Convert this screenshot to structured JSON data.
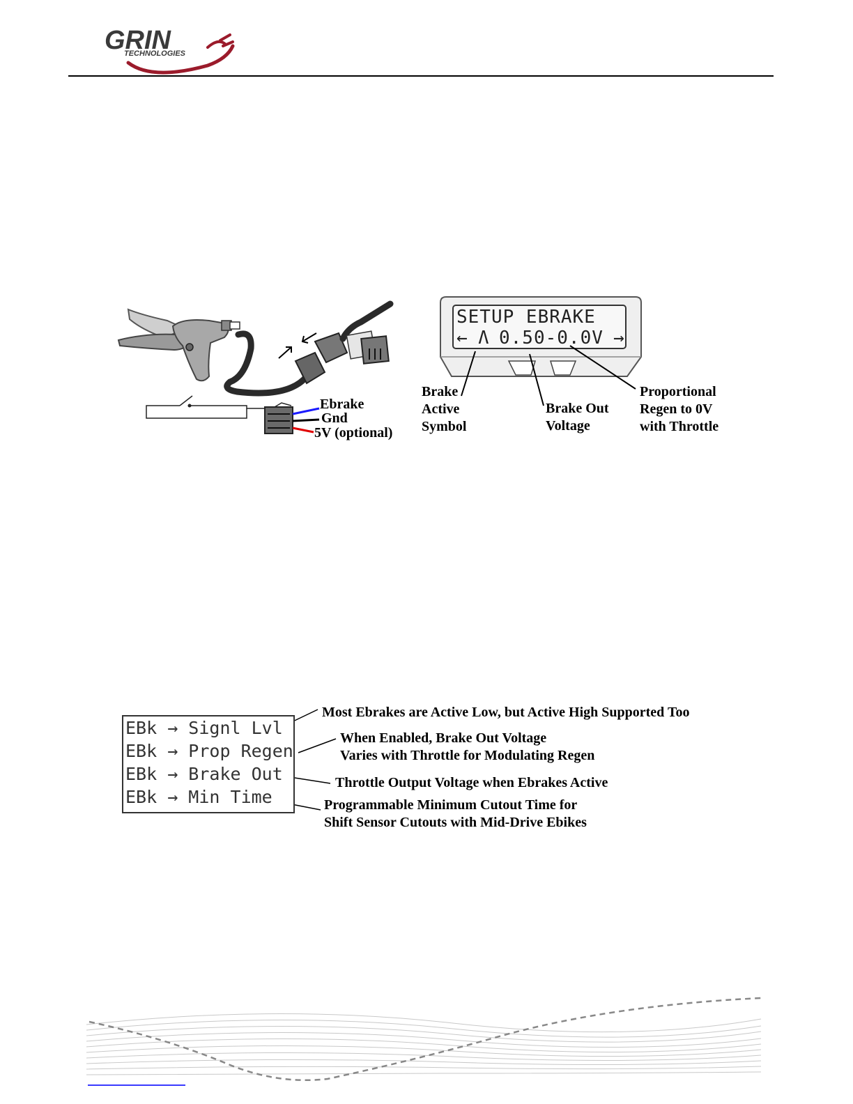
{
  "header": {
    "logo_text": "GRIN",
    "logo_subtext": "TECHNOLOGIES"
  },
  "wiring_figure": {
    "ebrake_label": "Ebrake",
    "gnd_label": "Gnd",
    "fivev_label": "5V (optional)",
    "wire_colors": {
      "ebrake": "#1a1aff",
      "gnd": "#000000",
      "fivev": "#e00000"
    }
  },
  "lcd_figure": {
    "line1": "SETUP EBRAKE",
    "line2_value": "0.50-0.0V",
    "left_arrow": "←",
    "right_arrow": "→",
    "brake_symbol": "Ʌ",
    "callouts": {
      "brake_active": [
        "Brake",
        "Active",
        "Symbol"
      ],
      "brake_out": [
        "Brake Out",
        "Voltage"
      ],
      "proportional": [
        "Proportional",
        "Regen to 0V",
        "with Throttle"
      ]
    }
  },
  "menu_figure": {
    "items": [
      "EBk → Signl Lvl",
      "EBk → Prop Regen",
      "EBk → Brake Out",
      "EBk → Min Time"
    ],
    "descriptions": [
      [
        "Most Ebrakes are Active Low, but Active High Supported Too"
      ],
      [
        "When Enabled, Brake Out Voltage",
        "Varies with Throttle for Modulating Regen"
      ],
      [
        "Throttle Output Voltage when Ebrakes Active"
      ],
      [
        "Programmable Minimum Cutout Time for",
        "Shift Sensor Cutouts with Mid-Drive Ebikes"
      ]
    ]
  },
  "colors": {
    "brand_red": "#9b1b2b",
    "logo_gray": "#333333"
  }
}
